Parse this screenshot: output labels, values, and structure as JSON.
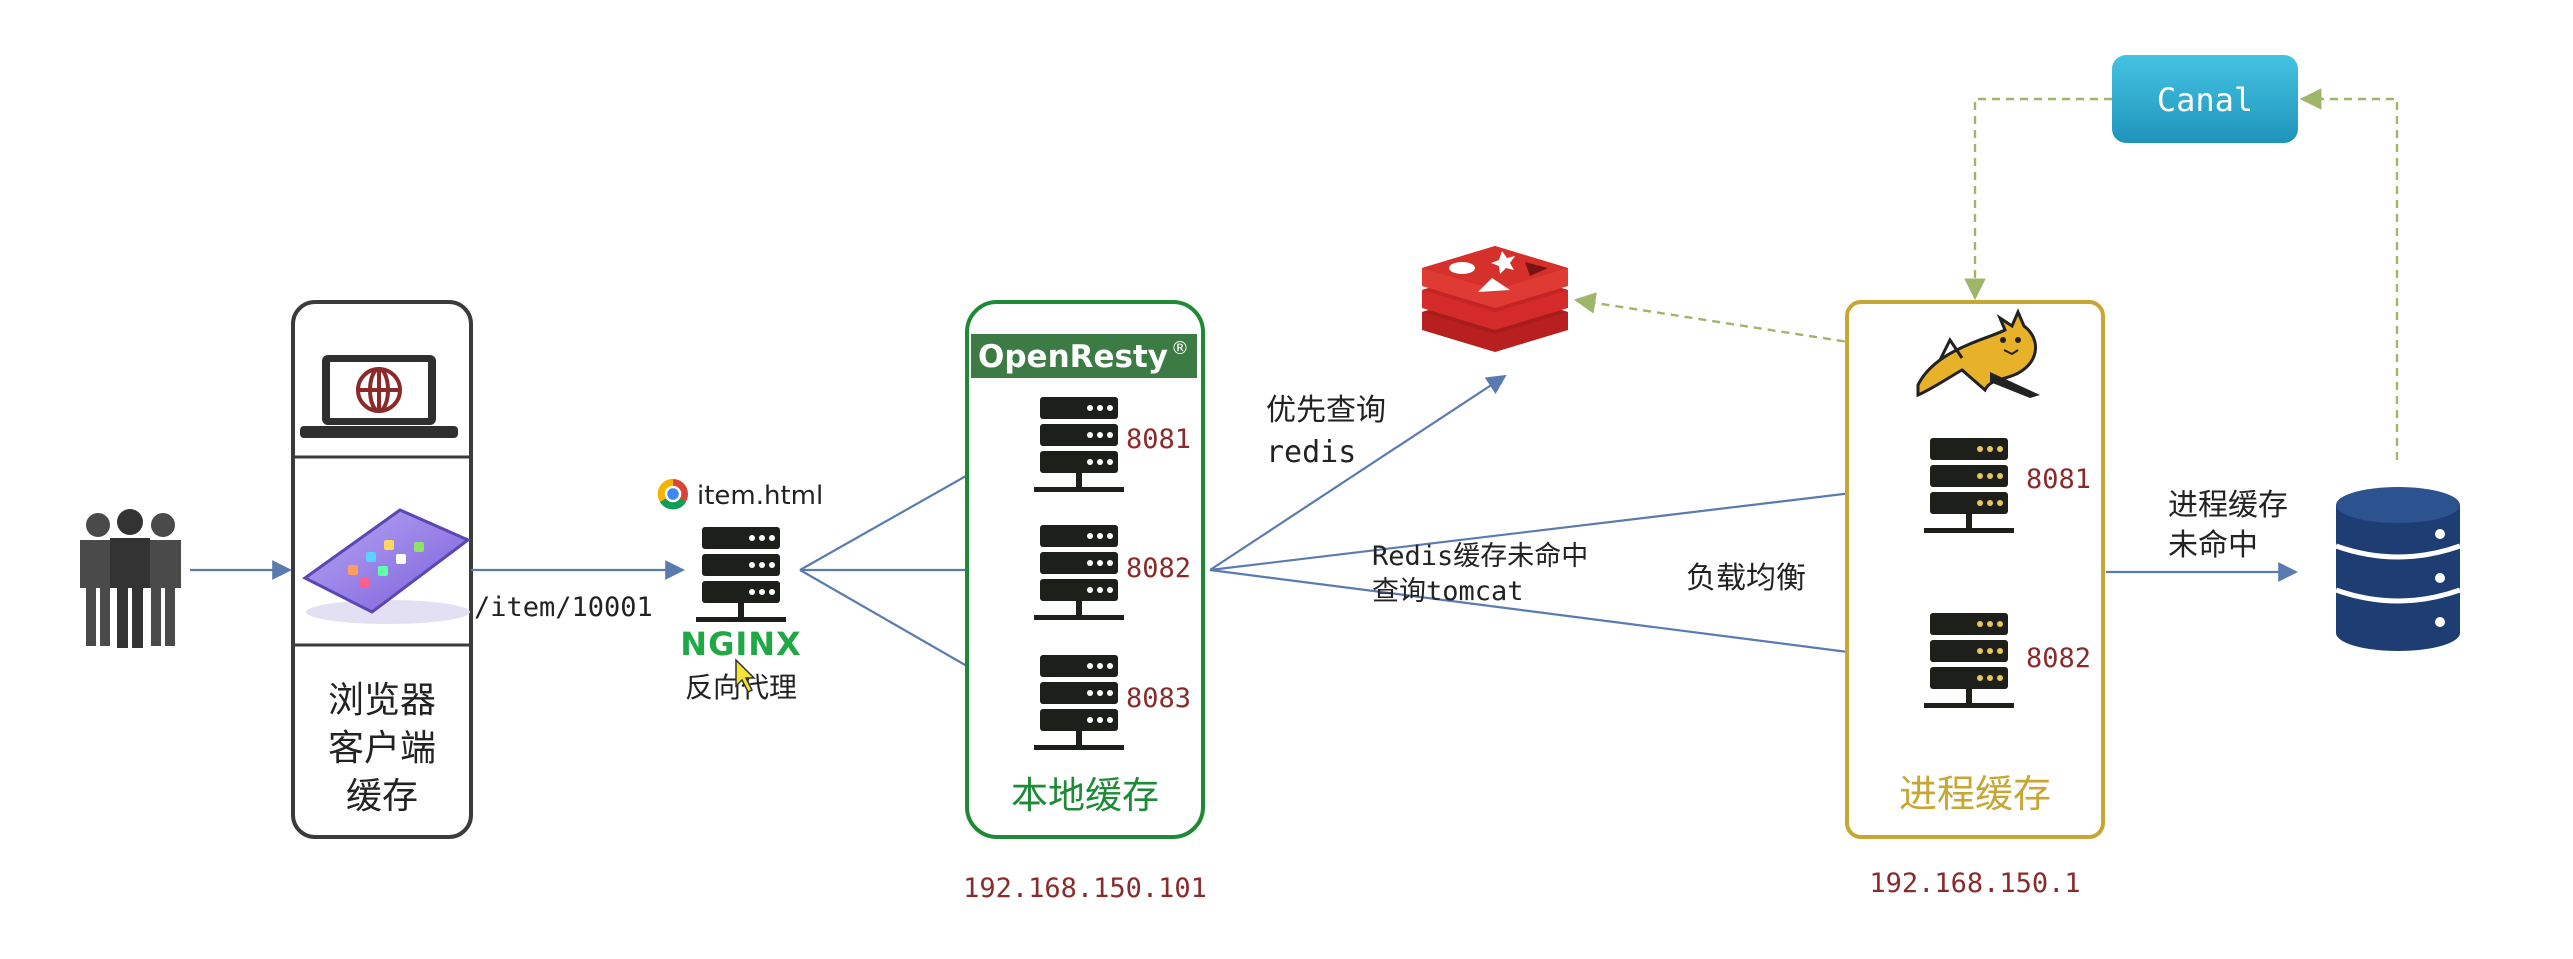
{
  "client": {
    "label_lines": [
      "浏览器",
      "客户端",
      "缓存"
    ],
    "request_path": "/item/10001"
  },
  "nginx": {
    "page": "item.html",
    "logo": "NGINX",
    "caption": "反向代理"
  },
  "openresty": {
    "brand": "OpenResty",
    "ports": [
      "8081",
      "8082",
      "8083"
    ],
    "caption": "本地缓存",
    "ip": "192.168.150.101"
  },
  "redis_query": [
    "优先查询",
    "redis"
  ],
  "redis_miss": [
    "Redis缓存未命中",
    "查询tomcat"
  ],
  "load_balance": "负载均衡",
  "tomcat": {
    "ports": [
      "8081",
      "8082"
    ],
    "caption": "进程缓存",
    "ip": "192.168.150.1"
  },
  "process_miss": [
    "进程缓存",
    "未命中"
  ],
  "canal": "Canal",
  "colors": {
    "openresty": "#1e8a36",
    "tomcat": "#c8a633",
    "arrow": "#5a7bb0",
    "dashed": "#9fb56a",
    "port": "#8a2a2a",
    "server": "#1d1f1a",
    "canal": "#2aa7c9",
    "db": "#1e3e73",
    "redis": "#d42a2a"
  }
}
